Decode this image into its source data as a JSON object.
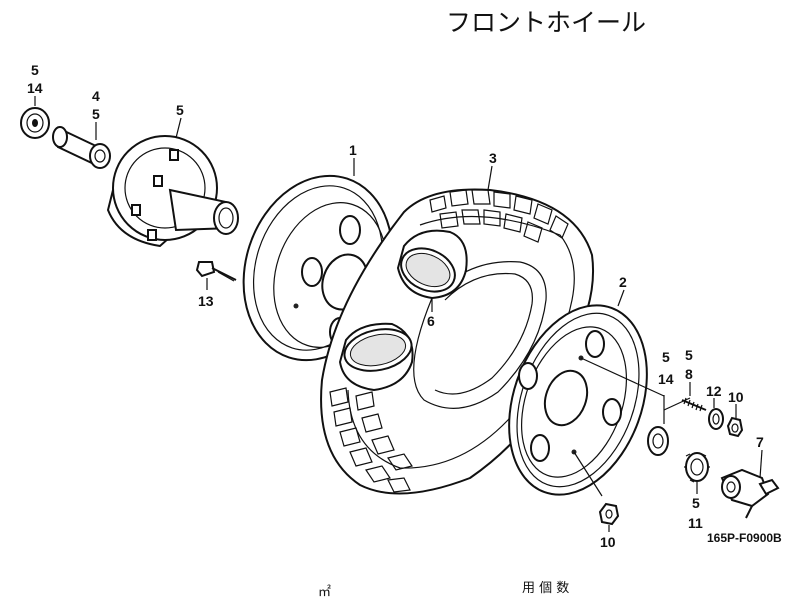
{
  "title": "フロントホイール",
  "drawing_code": "165P-F0900B",
  "footer": {
    "left": "㎡",
    "right": "用 個 数"
  },
  "callouts": {
    "bearing_left": [
      "5",
      "14"
    ],
    "collar_left": [
      "4",
      "5"
    ],
    "hub": "5",
    "rim_outer": "1",
    "tire": "3",
    "rim_inner": "2",
    "tube": "6",
    "bolt": "13",
    "bearing_right": [
      "5",
      "14"
    ],
    "stud": [
      "5",
      "8"
    ],
    "washer": "12",
    "nut_right": "10",
    "speedo_gear": "7",
    "gear_ring": [
      "5",
      "11"
    ],
    "nut_bottom": "10"
  }
}
